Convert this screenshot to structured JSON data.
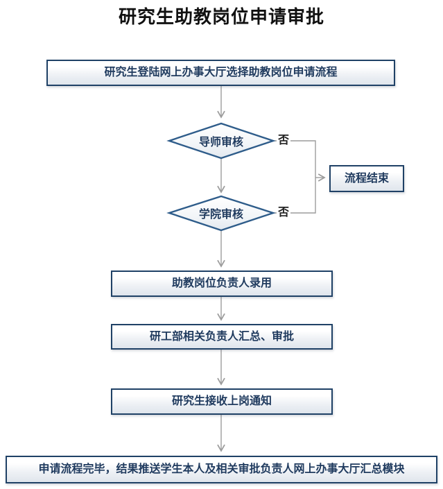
{
  "title": "研究生助教岗位申请审批",
  "nodes": {
    "start": {
      "label": "研究生登陆网上办事大厅选择助教岗位申请流程"
    },
    "decision_tutor": {
      "label": "导师审核"
    },
    "decision_college": {
      "label": "学院审核"
    },
    "process_end": {
      "label": "流程结束"
    },
    "hire": {
      "label": "助教岗位负责人录用"
    },
    "summary_approve": {
      "label": "研工部相关负责人汇总、审批"
    },
    "receive_notice": {
      "label": "研究生接收上岗通知"
    },
    "final": {
      "label": "申请流程完毕，结果推送学生本人及相关审批负责人网上办事大厅汇总模块"
    }
  },
  "edge_labels": {
    "no": "否"
  },
  "colors": {
    "box_border": "#1f4166",
    "diamond_border": "#2e5c8a",
    "node_text": "#1f3a5e",
    "title_text": "#111111",
    "connector": "#9c9c9c",
    "node_fill_top": "#ffffff",
    "node_fill_bottom": "#dfe5ec"
  }
}
